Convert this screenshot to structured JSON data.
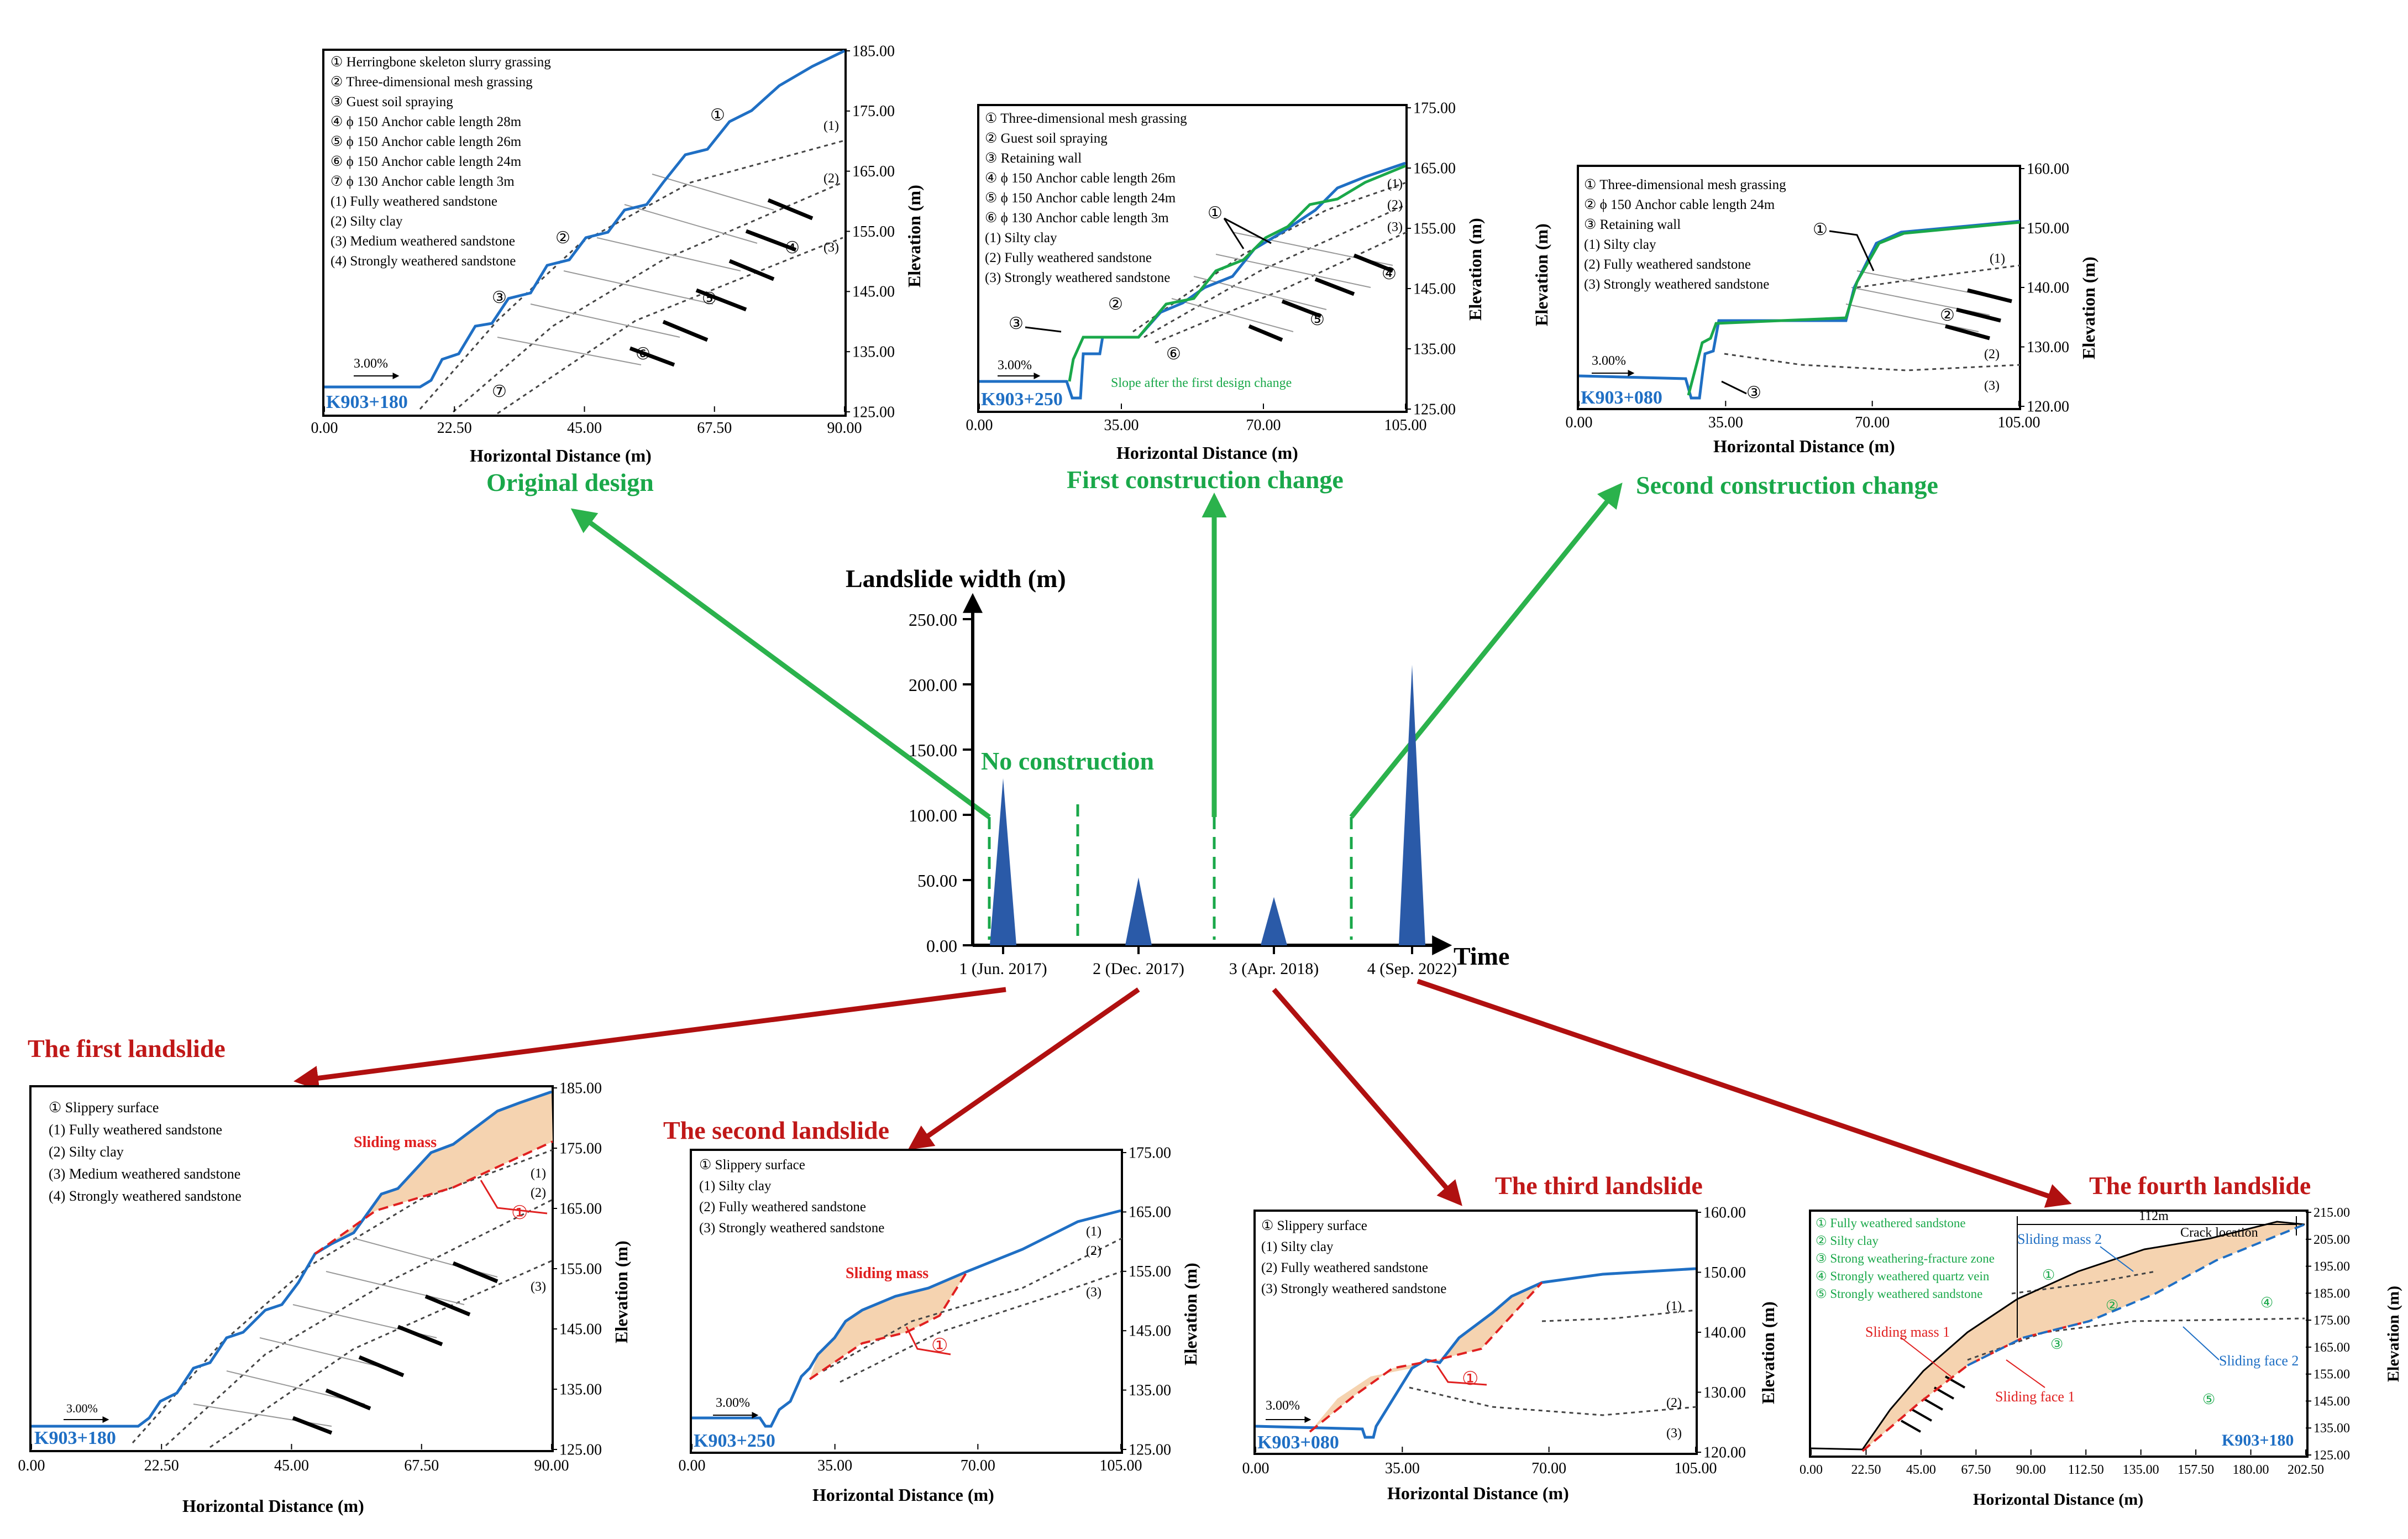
{
  "colors": {
    "terrain": "#1f6fc4",
    "design_change": "#1aa84a",
    "green_arrow": "#2bb24c",
    "landslide": "#e02020",
    "dark_red": "#b01010",
    "sliding_fill": "#f5d3b0",
    "peak": "#2a5aa8"
  },
  "timeline": {
    "y_title": "Landslide width (m)",
    "x_title": "Time",
    "y_ticks": [
      "0.00",
      "50.00",
      "100.00",
      "150.00",
      "200.00",
      "250.00"
    ],
    "x_labels": [
      "1 (Jun. 2017)",
      "2 (Dec. 2017)",
      "3 (Apr. 2018)",
      "4 (Sep. 2022)"
    ],
    "no_construction": "No construction"
  },
  "chart_data": {
    "type": "area",
    "title": "",
    "xlabel": "Time",
    "ylabel": "Landslide width (m)",
    "ylim": [
      0,
      250
    ],
    "categories": [
      "1 (Jun. 2017)",
      "2 (Dec. 2017)",
      "3 (Apr. 2018)",
      "4 (Sep. 2022)"
    ],
    "values": [
      128,
      52,
      37,
      215
    ]
  },
  "headings": {
    "original": "Original design",
    "first_change": "First construction change",
    "second_change": "Second construction change",
    "ls1": "The first landslide",
    "ls2": "The second landslide",
    "ls3": "The third landslide",
    "ls4": "The fourth landslide"
  },
  "common": {
    "x_title": "Horizontal Distance (m)",
    "y_title": "Elevation (m)",
    "slope_grade": "3.00%"
  },
  "panel_orig": {
    "station": "K903+180",
    "legend": [
      "① Herringbone skeleton slurry grassing",
      "② Three-dimensional mesh grassing",
      "③ Guest soil spraying",
      "④ ϕ 150 Anchor cable length 28m",
      "⑤ ϕ 150 Anchor cable length 26m",
      "⑥ ϕ 150 Anchor cable length 24m",
      "⑦ ϕ 130 Anchor cable length 3m",
      "(1) Fully weathered sandstone",
      "(2) Silty clay",
      "(3) Medium weathered sandstone",
      "(4) Strongly weathered sandstone"
    ],
    "x_ticks": [
      "0.00",
      "22.50",
      "45.00",
      "67.50",
      "90.00"
    ],
    "y_ticks": [
      "125.00",
      "135.00",
      "145.00",
      "155.00",
      "165.00",
      "175.00",
      "185.00"
    ],
    "markers": [
      "①",
      "②",
      "③",
      "④",
      "⑤",
      "⑥",
      "⑦"
    ],
    "layers": [
      "(1)",
      "(2)",
      "(3)"
    ]
  },
  "panel_first": {
    "station": "K903+250",
    "legend": [
      "① Three-dimensional mesh grassing",
      "② Guest soil spraying",
      "③ Retaining wall",
      "④ ϕ 150 Anchor cable length 26m",
      "⑤ ϕ 150 Anchor cable length 24m",
      "⑥ ϕ 130 Anchor cable length 3m",
      "(1) Silty clay",
      "(2) Fully weathered sandstone",
      "(3) Strongly weathered sandstone"
    ],
    "note": "Slope after the first design change",
    "x_ticks": [
      "0.00",
      "35.00",
      "70.00",
      "105.00"
    ],
    "y_ticks": [
      "125.00",
      "135.00",
      "145.00",
      "155.00",
      "165.00",
      "175.00"
    ],
    "markers": [
      "①",
      "②",
      "③",
      "④",
      "⑤",
      "⑥"
    ],
    "layers": [
      "(1)",
      "(2)",
      "(3)"
    ]
  },
  "panel_second": {
    "station": "K903+080",
    "legend": [
      "① Three-dimensional mesh grassing",
      "② ϕ 150 Anchor cable length 24m",
      "③ Retaining wall",
      "(1) Silty clay",
      "(2) Fully weathered sandstone",
      "(3) Strongly weathered sandstone"
    ],
    "x_ticks": [
      "0.00",
      "35.00",
      "70.00",
      "105.00"
    ],
    "y_ticks": [
      "120.00",
      "130.00",
      "140.00",
      "150.00",
      "160.00"
    ],
    "markers": [
      "①",
      "②",
      "③"
    ],
    "layers": [
      "(1)",
      "(2)",
      "(3)"
    ]
  },
  "panel_ls1": {
    "station": "K903+180",
    "legend": [
      "① Slippery surface",
      "(1) Fully weathered sandstone",
      "(2) Silty clay",
      "(3) Medium weathered sandstone",
      "(4) Strongly weathered sandstone"
    ],
    "sliding_mass": "Sliding mass",
    "marker": "①",
    "x_ticks": [
      "0.00",
      "22.50",
      "45.00",
      "67.50",
      "90.00"
    ],
    "y_ticks": [
      "125.00",
      "135.00",
      "145.00",
      "155.00",
      "165.00",
      "175.00",
      "185.00"
    ],
    "layers": [
      "(1)",
      "(2)",
      "(3)"
    ]
  },
  "panel_ls2": {
    "station": "K903+250",
    "legend": [
      "① Slippery surface",
      "(1) Silty clay",
      "(2) Fully weathered sandstone",
      "(3) Strongly weathered sandstone"
    ],
    "sliding_mass": "Sliding mass",
    "marker": "①",
    "x_ticks": [
      "0.00",
      "35.00",
      "70.00",
      "105.00"
    ],
    "y_ticks": [
      "125.00",
      "135.00",
      "145.00",
      "155.00",
      "165.00",
      "175.00"
    ],
    "layers": [
      "(1)",
      "(2)",
      "(3)"
    ]
  },
  "panel_ls3": {
    "station": "K903+080",
    "legend": [
      "① Slippery surface",
      "(1) Silty clay",
      "(2) Fully weathered sandstone",
      "(3) Strongly weathered sandstone"
    ],
    "marker": "①",
    "x_ticks": [
      "0.00",
      "35.00",
      "70.00",
      "105.00"
    ],
    "y_ticks": [
      "120.00",
      "130.00",
      "140.00",
      "150.00",
      "160.00"
    ],
    "layers": [
      "(1)",
      "(2)",
      "(3)"
    ]
  },
  "panel_ls4": {
    "station": "K903+180",
    "legend": [
      "① Fully weathered sandstone",
      "② Silty clay",
      "③ Strong weathering-fracture zone",
      "④ Strongly weathered quartz vein",
      "⑤ Strongly weathered sandstone"
    ],
    "dimension": "112m",
    "crack": "Crack location",
    "sliding_mass_1": "Sliding mass 1",
    "sliding_mass_2": "Sliding mass 2",
    "sliding_face_1": "Sliding face 1",
    "sliding_face_2": "Sliding face 2",
    "markers": [
      "①",
      "②",
      "③",
      "④",
      "⑤"
    ],
    "x_ticks": [
      "0.00",
      "22.50",
      "45.00",
      "67.50",
      "90.00",
      "112.50",
      "135.00",
      "157.50",
      "180.00",
      "202.50"
    ],
    "y_ticks": [
      "125.00",
      "135.00",
      "145.00",
      "155.00",
      "165.00",
      "175.00",
      "185.00",
      "195.00",
      "205.00",
      "215.00"
    ]
  }
}
